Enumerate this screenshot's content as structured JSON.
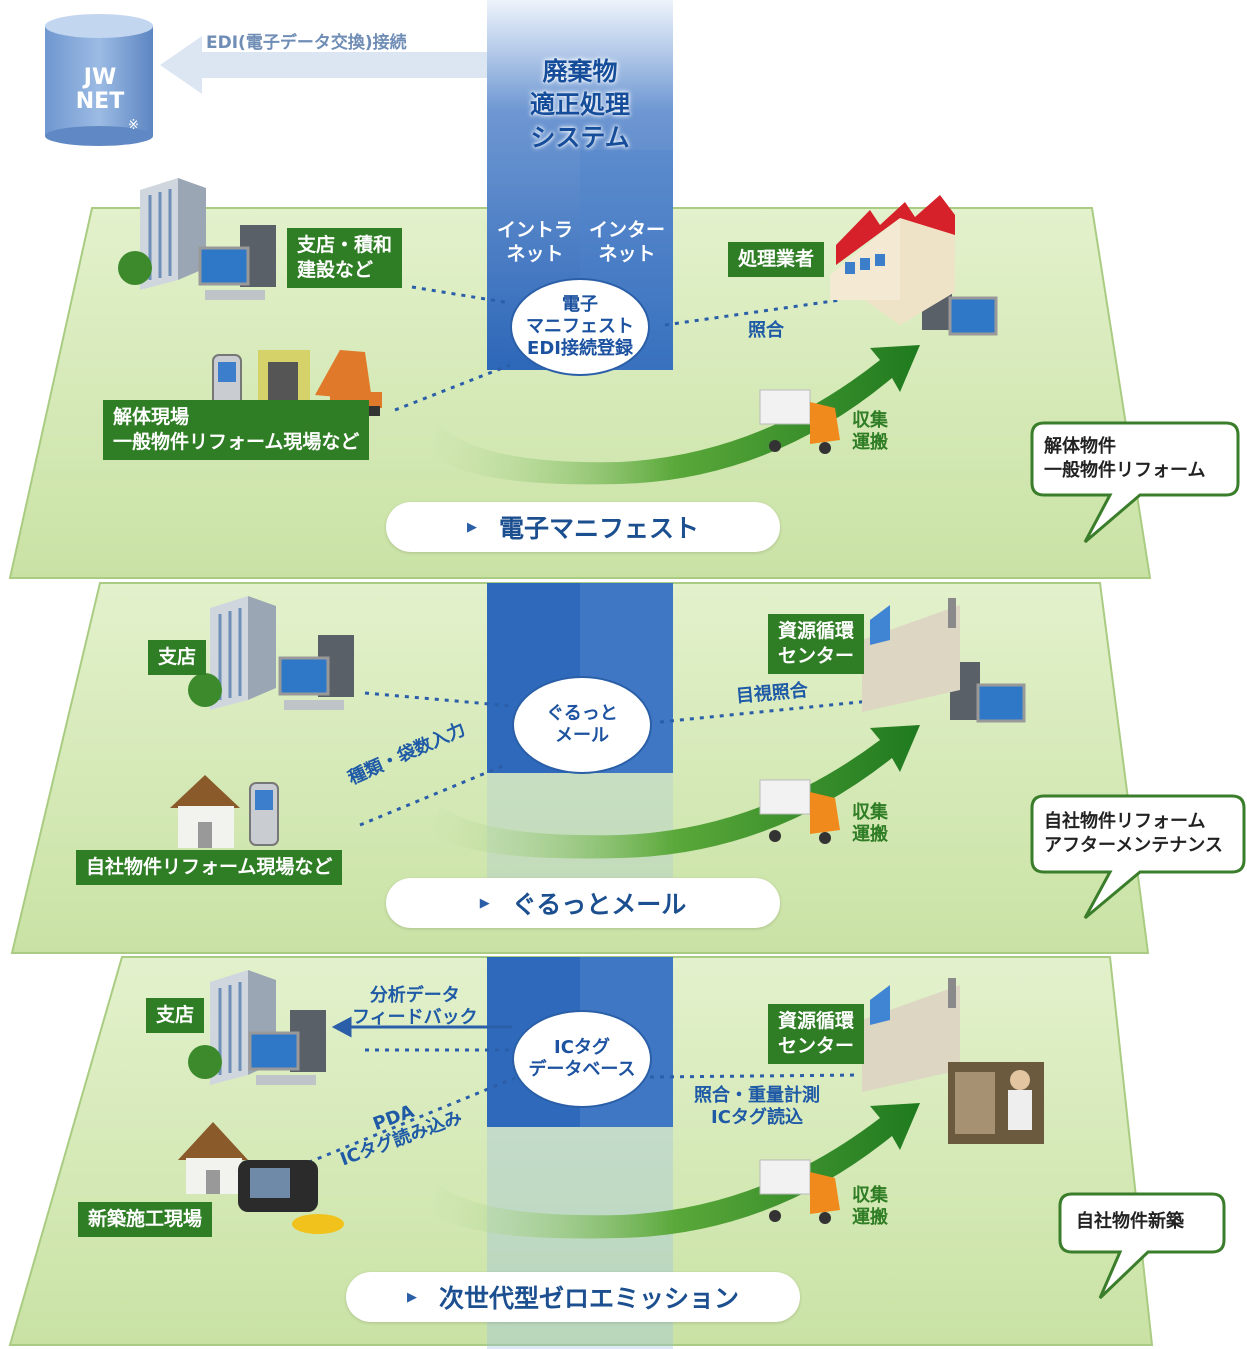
{
  "colors": {
    "platform": "#d8ebb5",
    "platform_edge": "#9fc475",
    "column": "#2f69bb",
    "label_bg": "#2f7d24",
    "arrow": "#2d8b27",
    "text_blue": "#1f5aa6"
  },
  "top": {
    "db": {
      "line1": "JW",
      "line2": "NET",
      "mark": "※"
    },
    "edi_label": "EDI(電子データ交換)接続",
    "system_title": [
      "廃棄物",
      "適正処理",
      "システム"
    ],
    "intranet": [
      "イントラ",
      "ネット"
    ],
    "internet": [
      "インター",
      "ネット"
    ]
  },
  "layer1": {
    "oval": [
      "電子",
      "マニフェスト",
      "EDI接続登録"
    ],
    "pill": "電子マニフェスト",
    "branch": [
      "支店・積和",
      "建設など"
    ],
    "site": [
      "解体現場",
      "一般物件リフォーム現場など"
    ],
    "processor": "処理業者",
    "match": "照合",
    "transport": [
      "収集",
      "運搬"
    ],
    "bubble": [
      "解体物件",
      "一般物件リフォーム"
    ]
  },
  "layer2": {
    "oval": [
      "ぐるっと",
      "メール"
    ],
    "pill": "ぐるっとメール",
    "branch": "支店",
    "site": "自社物件リフォーム現場など",
    "input": "種類・袋数入力",
    "center": [
      "資源循環",
      "センター"
    ],
    "match": "目視照合",
    "transport": [
      "収集",
      "運搬"
    ],
    "bubble": [
      "自社物件リフォーム",
      "アフターメンテナンス"
    ]
  },
  "layer3": {
    "oval": [
      "ICタグ",
      "データベース"
    ],
    "pill": "次世代型ゼロエミッション",
    "branch": "支店",
    "feedback": [
      "分析データ",
      "フィードバック"
    ],
    "site": "新築施工現場",
    "pda": [
      "PDA",
      "ICタグ読み込み"
    ],
    "center": [
      "資源循環",
      "センター"
    ],
    "match": [
      "照合・重量計測",
      "ICタグ読込"
    ],
    "transport": [
      "収集",
      "運搬"
    ],
    "bubble": "自社物件新築"
  }
}
